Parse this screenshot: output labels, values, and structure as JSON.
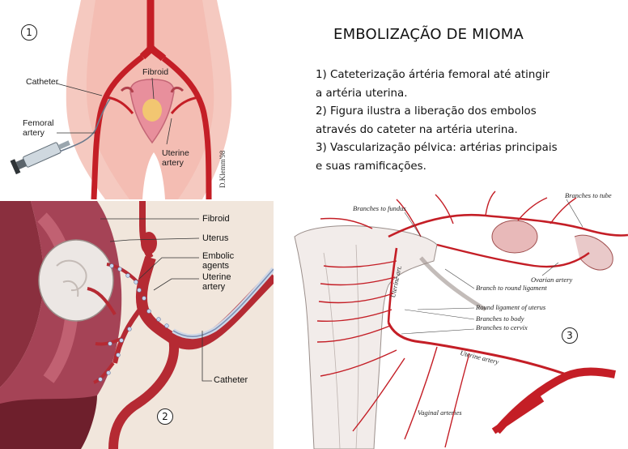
{
  "heading": {
    "title": "EMBOLIZAÇÃO DE MIOMA",
    "steps": [
      "1) Cateterização ártéria femoral até atingir\na artéria uterina.",
      "2) Figura ilustra a liberação dos embolos\natravés do cateter na artéria uterina.",
      "3) Vascularização pélvica: artérias principais\ne suas ramificações."
    ]
  },
  "figure1": {
    "number": "1",
    "labels": {
      "catheter": "Catheter",
      "femoral": "Femoral\nartery",
      "fibroid": "Fibroid",
      "uterine": "Uterine\nartery"
    },
    "signature": "D.Klemm'98"
  },
  "figure2": {
    "number": "2",
    "labels": {
      "fibroid": "Fibroid",
      "uterus": "Uterus",
      "embolic": "Embolic\nagents",
      "uterine": "Uterine\nartery",
      "catheter": "Catheter"
    }
  },
  "figure3": {
    "number": "3",
    "labels": {
      "fundus": "Branches to fundus",
      "tube": "Branches to tube",
      "ovarian": "Ovarian artery",
      "round_branch": "Branch to round ligament",
      "round_lig": "Round ligament of uterus",
      "body": "Branches to body",
      "cervix": "Branches to cervix",
      "uterine_art": "Uterine artery",
      "uterine_axis": "Uterine art.",
      "vaginal": "Vaginal arteries"
    }
  },
  "colors": {
    "artery": "#c41e26",
    "skin": "#f3c0b8",
    "tissue": "#8a2f3e"
  }
}
